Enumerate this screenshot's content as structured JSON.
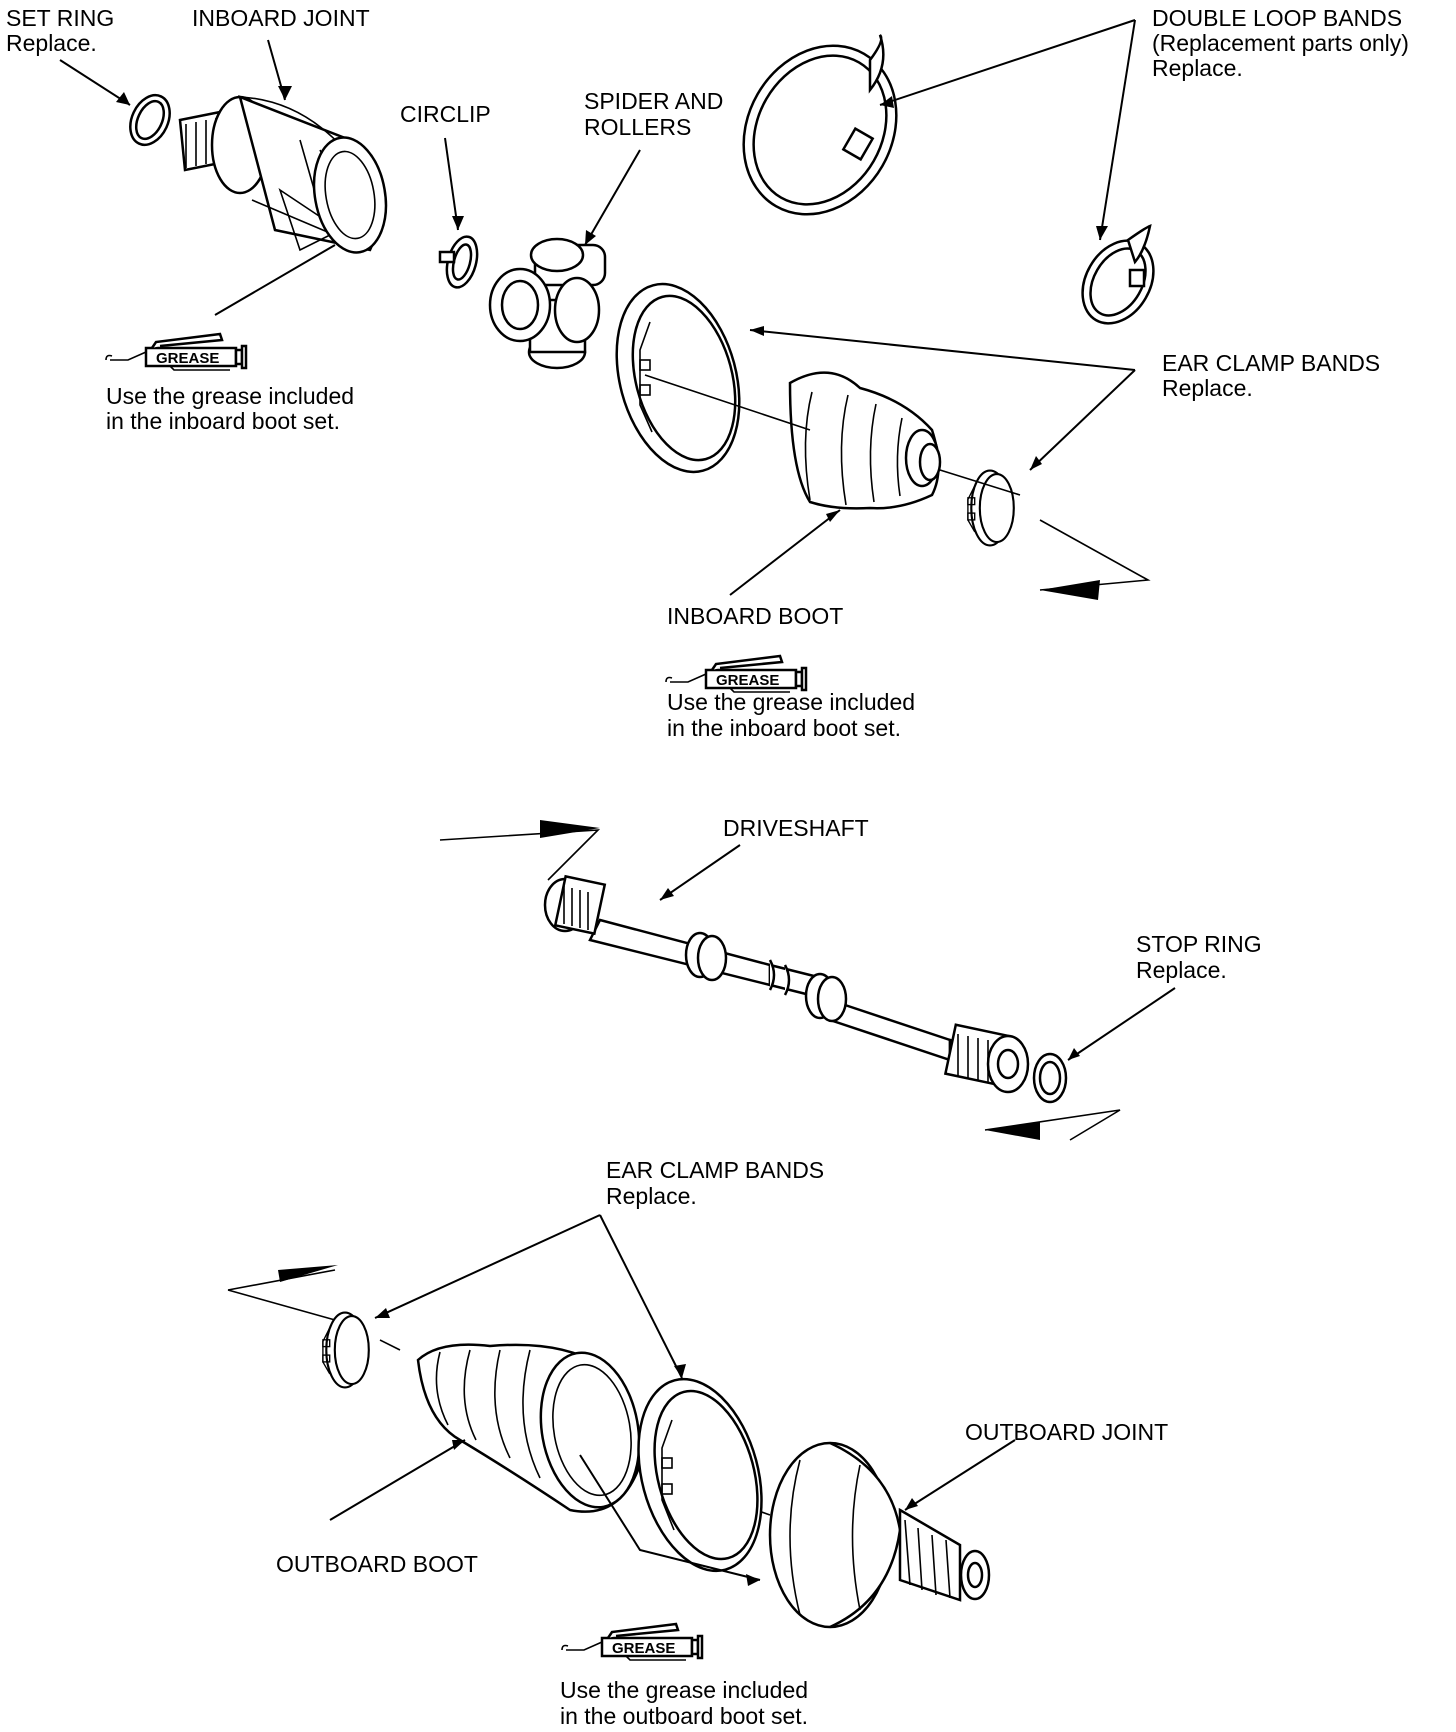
{
  "labels": {
    "set_ring": [
      "SET RING",
      "Replace."
    ],
    "inboard_joint": [
      "INBOARD JOINT"
    ],
    "circlip": [
      "CIRCLIP"
    ],
    "spider_rollers": [
      "SPIDER AND",
      "ROLLERS"
    ],
    "double_loop_bands": [
      "DOUBLE LOOP BANDS",
      "(Replacement parts only)",
      "Replace."
    ],
    "ear_clamp_bands_top": [
      "EAR CLAMP BANDS",
      "Replace."
    ],
    "inboard_boot": [
      "INBOARD BOOT"
    ],
    "driveshaft": [
      "DRIVESHAFT"
    ],
    "stop_ring": [
      "STOP RING",
      "Replace."
    ],
    "ear_clamp_bands_bottom": [
      "EAR CLAMP BANDS",
      "Replace."
    ],
    "outboard_joint": [
      "OUTBOARD JOINT"
    ],
    "outboard_boot": [
      "OUTBOARD BOOT"
    ]
  },
  "grease_notes": {
    "icon_text": "GREASE",
    "joint": [
      "Use the grease included",
      "in the inboard boot set."
    ],
    "inboard_boot": [
      "Use the grease included",
      "in the inboard boot set."
    ],
    "outboard": [
      "Use the grease included",
      "in the outboard boot set."
    ]
  },
  "icons": [
    "grease-gun-icon",
    "ring-icon",
    "boot-icon",
    "joint-icon",
    "shaft-icon",
    "arrow-icon"
  ]
}
